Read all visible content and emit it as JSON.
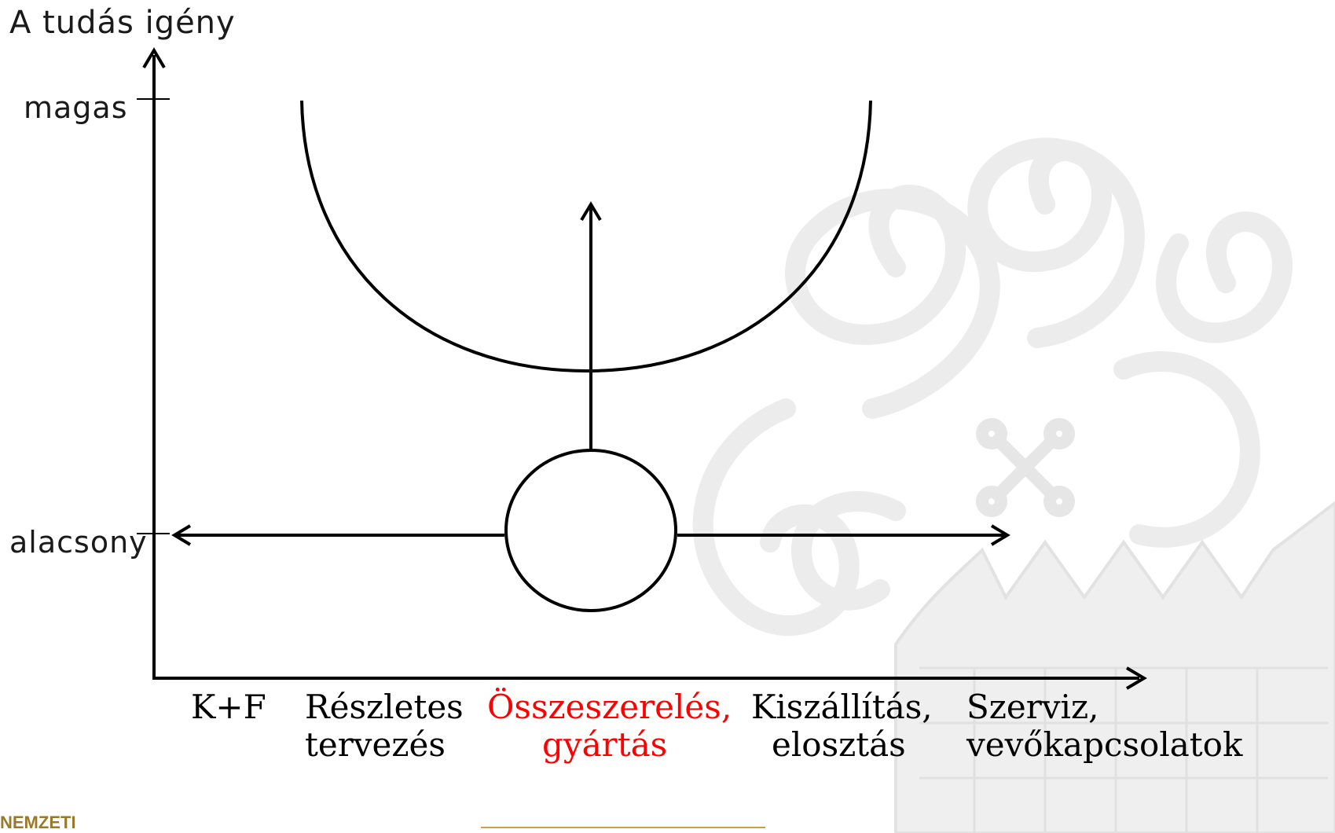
{
  "axis": {
    "y_title": "A tudás igény",
    "y_high": "magas",
    "y_low": "alacsony"
  },
  "stages": [
    {
      "line1": "K+F",
      "line2": ""
    },
    {
      "line1": "Részletes",
      "line2": "tervezés"
    },
    {
      "line1": "Összeszerelés,",
      "line2": "gyártás"
    },
    {
      "line1": "Kiszállítás,",
      "line2": "elosztás"
    },
    {
      "line1": "Szerviz,",
      "line2": "vevőkapcsolatok"
    }
  ],
  "highlight_color": "#ff0000",
  "logo_text": "NEMZETI"
}
